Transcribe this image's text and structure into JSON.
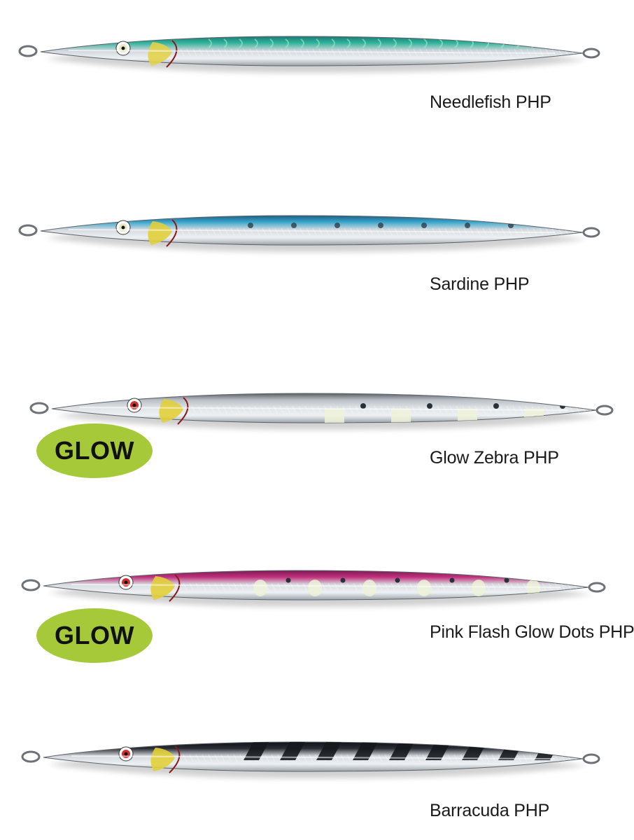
{
  "lures": [
    {
      "name": "Needlefish PHP",
      "glow": false,
      "colors": {
        "back": "#2fb39a",
        "back_dark": "#1e7a78",
        "belly": "#cfd6dc",
        "gill": "#e2d34a",
        "eye": "#e8e8c0",
        "pattern": "scales"
      }
    },
    {
      "name": "Sardine PHP",
      "glow": false,
      "colors": {
        "back": "#3aa6cc",
        "back_dark": "#1d5f86",
        "belly": "#d6dadf",
        "gill": "#e2cf3a",
        "eye": "#e8e8c0",
        "pattern": "dots"
      }
    },
    {
      "name": "Glow Zebra PHP",
      "glow": true,
      "glow_label": "GLOW",
      "colors": {
        "back": "#b8bec4",
        "back_dark": "#5a5f66",
        "belly": "#dfe3e6",
        "gill": "#e2cf3a",
        "eye": "#d23030",
        "pattern": "zebra"
      }
    },
    {
      "name": "Pink Flash Glow Dots PHP",
      "glow": true,
      "glow_label": "GLOW",
      "colors": {
        "back": "#c0307a",
        "back_dark": "#7a1a55",
        "belly": "#d8dde2",
        "gill": "#e2cf3a",
        "eye": "#d23030",
        "pattern": "glowdots"
      }
    },
    {
      "name": "Barracuda PHP",
      "glow": false,
      "colors": {
        "back": "#2a2d33",
        "back_dark": "#111318",
        "belly": "#d6dadf",
        "gill": "#e2cf3a",
        "eye": "#d23030",
        "pattern": "bars"
      }
    }
  ],
  "glow_badge_color": "#a6c93a"
}
